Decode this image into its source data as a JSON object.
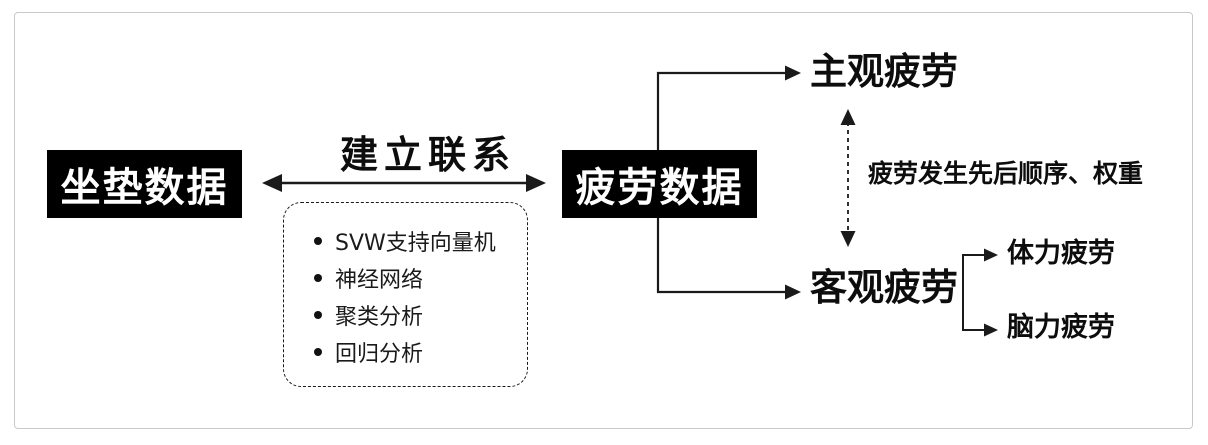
{
  "nodes": {
    "cushion_box": "坐垫数据",
    "fatigue_box": "疲劳数据",
    "subjective": "主观疲劳",
    "objective": "客观疲劳",
    "physical": "体力疲劳",
    "mental": "脑力疲劳"
  },
  "labels": {
    "relation": "建立联系",
    "order_weight": "疲劳发生先后顺序、权重"
  },
  "methods": {
    "items": [
      "SVW支持向量机",
      "神经网络",
      "聚类分析",
      "回归分析"
    ]
  },
  "colors": {
    "box_bg": "#000000",
    "box_text": "#ffffff",
    "line": "#1a1a1a",
    "frame_border": "#c9c9c9"
  }
}
